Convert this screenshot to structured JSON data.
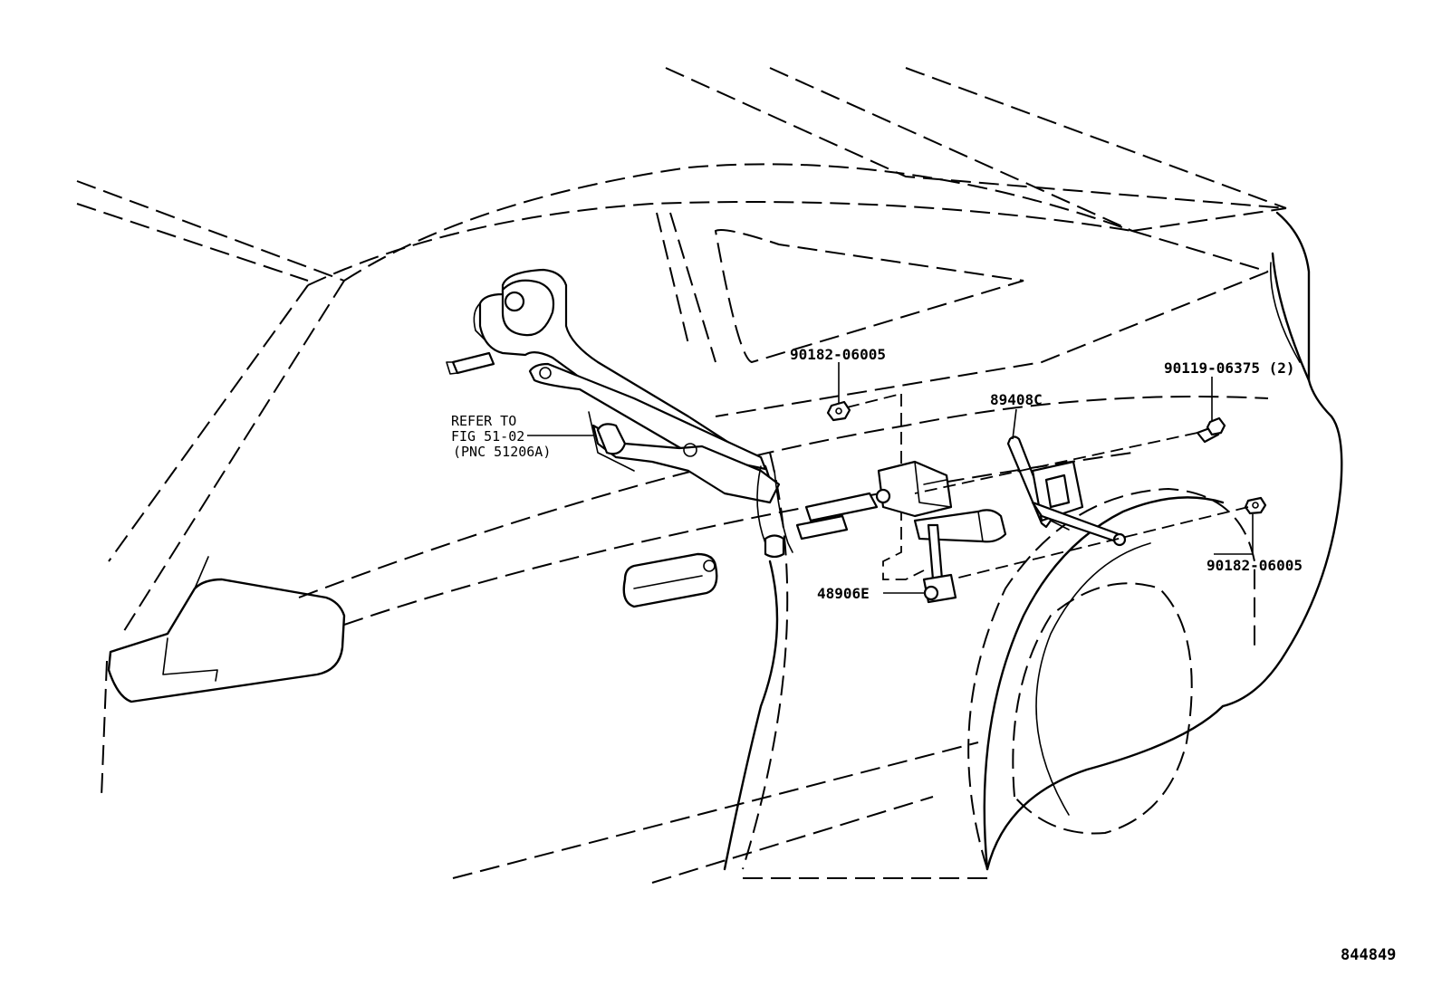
{
  "callouts": {
    "part_90182_top": "90182-06005",
    "part_90119": "90119-06375 (2)",
    "part_89408c": "89408C",
    "part_90182_right": "90182-06005",
    "part_48906e": "48906E",
    "refer_line1": "REFER TO",
    "refer_line2": "FIG 51-02",
    "refer_line3": "(PNC 51206A)"
  },
  "figure_number": "844849"
}
